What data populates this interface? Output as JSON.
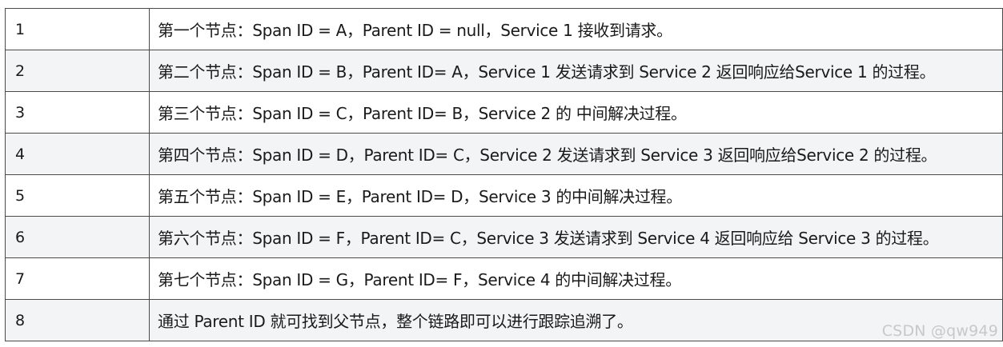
{
  "rows": [
    {
      "index": "1",
      "text": "第一个节点：Span ID = A，Parent ID = null，Service 1 接收到请求。"
    },
    {
      "index": "2",
      "text": "第二个节点：Span ID = B，Parent ID= A，Service 1 发送请求到 Service 2 返回响应给Service 1 的过程。"
    },
    {
      "index": "3",
      "text": "第三个节点：Span ID = C，Parent ID= B，Service 2 的 中间解决过程。"
    },
    {
      "index": "4",
      "text": "第四个节点：Span ID = D，Parent ID= C，Service 2 发送请求到 Service 3 返回响应给Service 2 的过程。"
    },
    {
      "index": "5",
      "text": "第五个节点：Span ID = E，Parent ID= D，Service 3 的中间解决过程。"
    },
    {
      "index": "6",
      "text": "第六个节点：Span ID = F，Parent ID= C，Service 3 发送请求到 Service 4 返回响应给 Service 3 的过程。"
    },
    {
      "index": "7",
      "text": "第七个节点：Span ID = G，Parent ID= F，Service 4 的中间解决过程。"
    },
    {
      "index": "8",
      "text": "通过 Parent ID 就可找到父节点，整个链路即可以进行跟踪追溯了。"
    }
  ],
  "watermark": "CSDN @qw949"
}
